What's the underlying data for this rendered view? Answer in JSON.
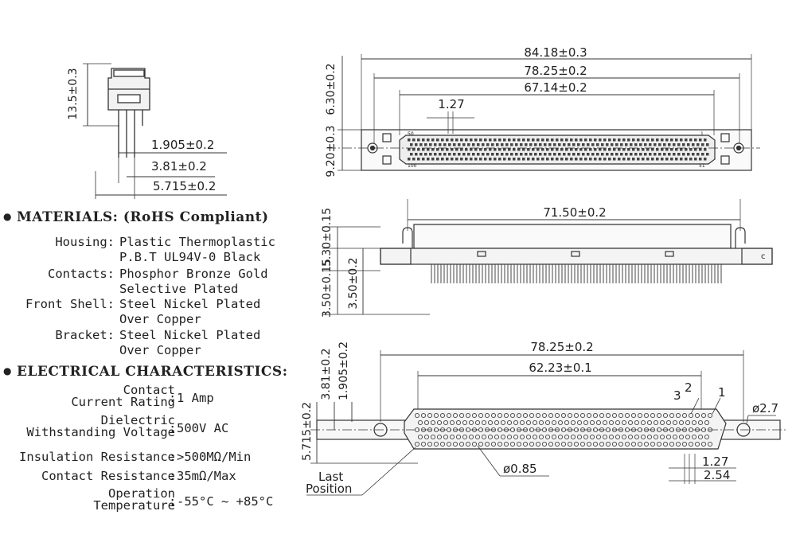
{
  "side_view": {
    "height_dim": "13.5±0.3",
    "pitch_dims": [
      "1.905±0.2",
      "3.81±0.2",
      "5.715±0.2"
    ]
  },
  "materials": {
    "title": "MATERIALS: (RoHS Compliant)",
    "items": [
      {
        "label": "Housing:",
        "value_lines": [
          "Plastic Thermoplastic",
          "P.B.T UL94V-0 Black"
        ]
      },
      {
        "label": "Contacts:",
        "value_lines": [
          "Phosphor Bronze Gold",
          "Selective Plated"
        ]
      },
      {
        "label": "Front Shell:",
        "value_lines": [
          "Steel Nickel Plated",
          "Over Copper"
        ]
      },
      {
        "label": "Bracket:",
        "value_lines": [
          "Steel Nickel Plated",
          "Over Copper"
        ]
      }
    ]
  },
  "electrical": {
    "title": "ELECTRICAL CHARACTERISTICS:",
    "items": [
      {
        "label_lines": [
          "Contact",
          "Current Rating"
        ],
        "value": "1 Amp"
      },
      {
        "label_lines": [
          "Dielectric",
          "Withstanding Voltage"
        ],
        "value": "500V AC"
      },
      {
        "label_lines": [
          "Insulation Resistance"
        ],
        "value": ">500MΩ/Min"
      },
      {
        "label_lines": [
          "Contact Resistance"
        ],
        "value": "35mΩ/Max"
      },
      {
        "label_lines": [
          "Operation",
          "Temperature"
        ],
        "value": "-55°C ~ +85°C"
      }
    ]
  },
  "top_view": {
    "dims": [
      "84.18±0.3",
      "78.25±0.2",
      "67.14±0.2",
      "1.27",
      "6.30±0.2",
      "9.20±0.3"
    ],
    "pin_labels": [
      "50",
      "1",
      "100",
      "51"
    ]
  },
  "front_view": {
    "dims": [
      "71.50±0.2",
      "5.30±0.15",
      "3.50±0.2",
      "3.50±0.15"
    ],
    "marker": "c"
  },
  "bottom_view": {
    "dims": [
      "78.25±0.2",
      "62.23±0.1",
      "3.81±0.2",
      "1.905±0.2",
      "5.715±0.2",
      "ø0.85",
      "1.27",
      "2.54",
      "ø2.7"
    ],
    "pin_numbers": [
      "3",
      "2",
      "1"
    ],
    "last_position_lines": [
      "Last",
      "Position"
    ]
  }
}
